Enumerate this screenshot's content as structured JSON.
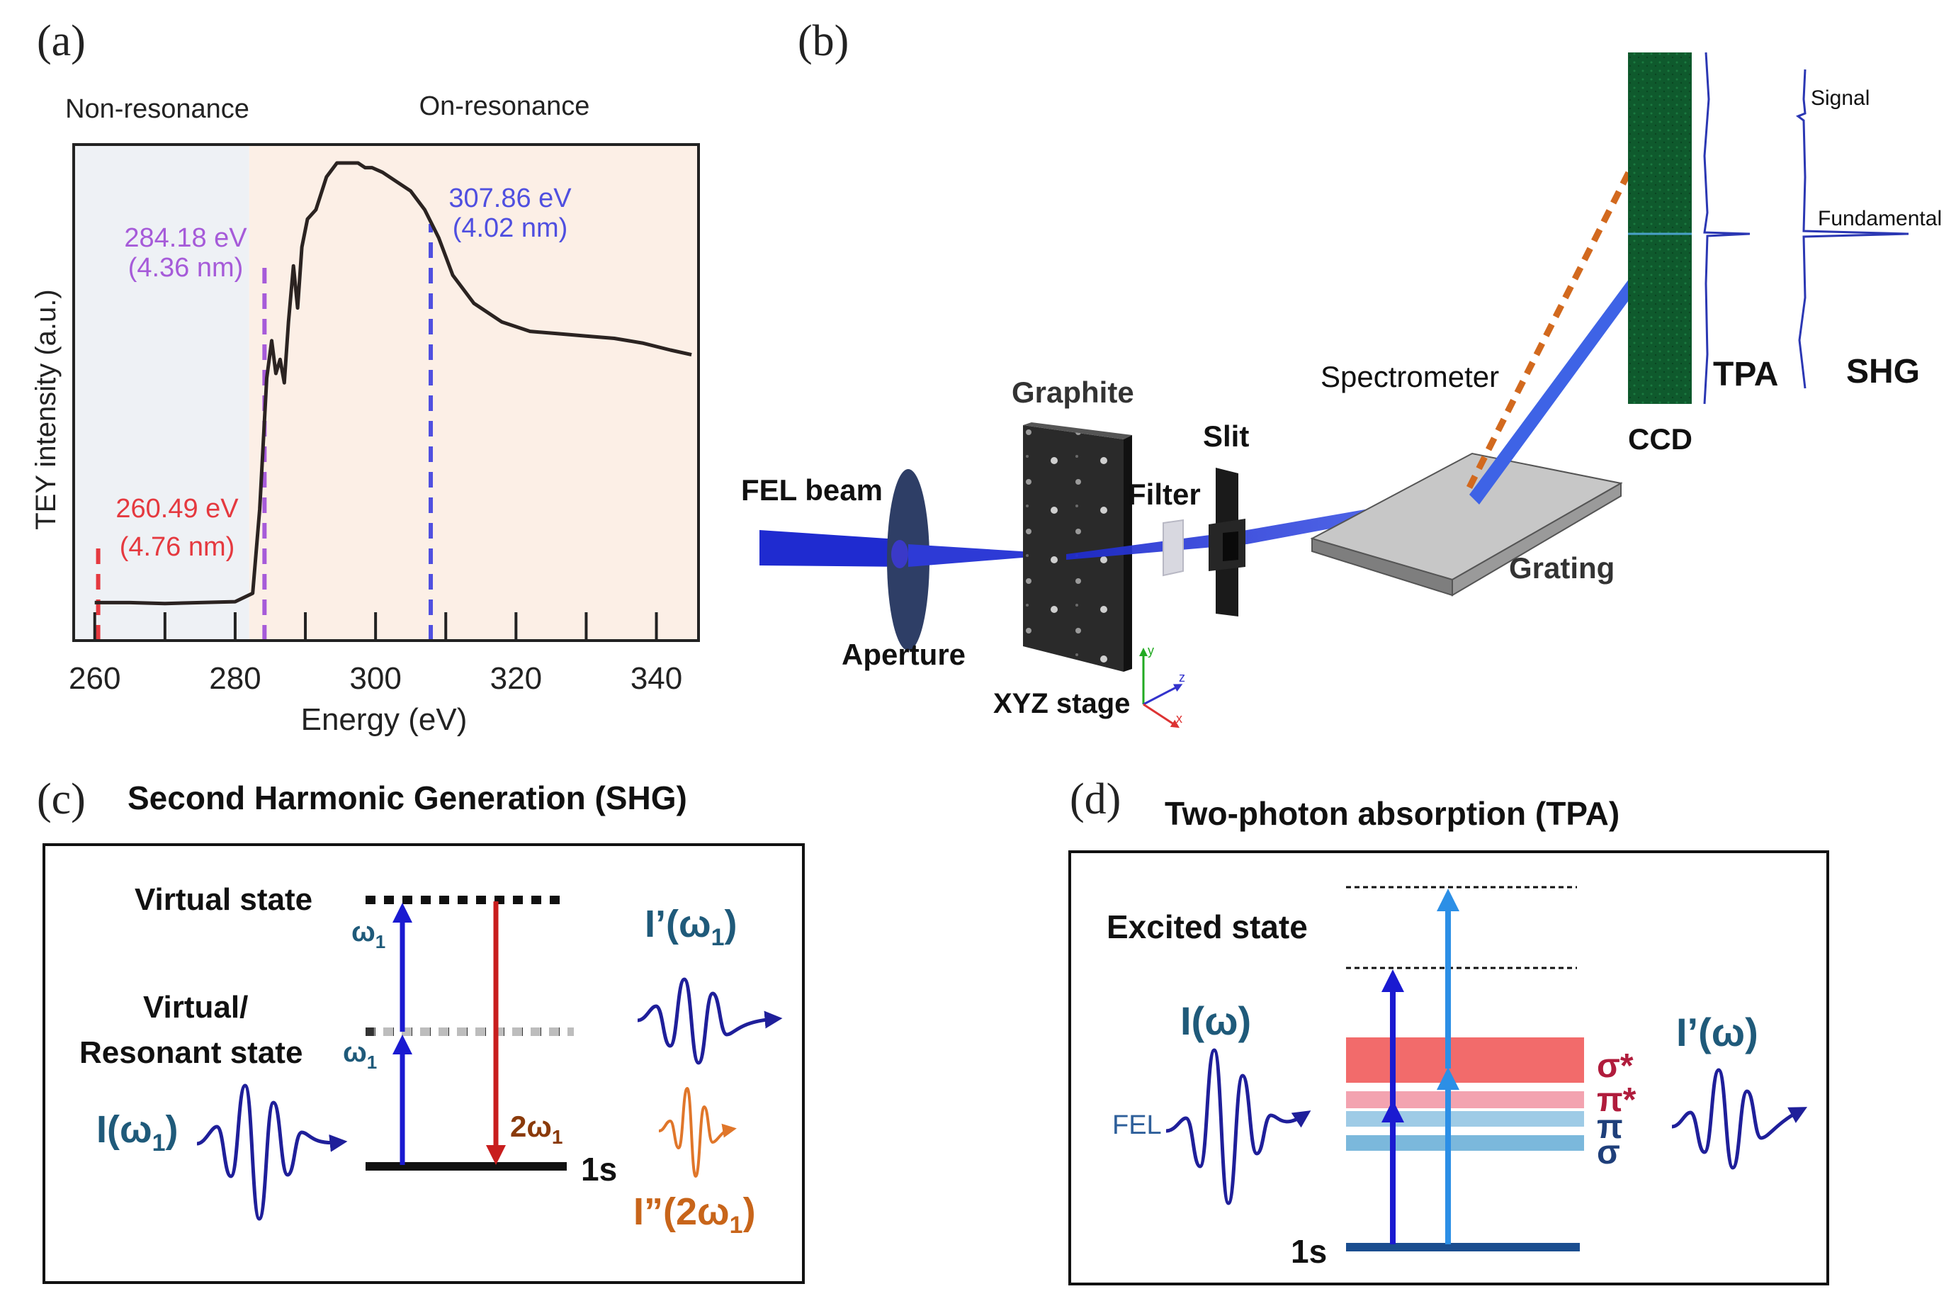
{
  "panel_labels": {
    "a": "(a)",
    "b": "(b)",
    "c": "(c)",
    "d": "(d)"
  },
  "panel_a": {
    "region_left": "Non-resonance",
    "region_right": "On-resonance",
    "ylabel": "TEY intensity (a.u.)",
    "xlabel": "Energy (eV)",
    "colors": {
      "nonres_bg": "#eef1f5",
      "onres_bg": "#fcefe6",
      "curve": "#2b2321",
      "red": "#e5393f",
      "purple": "#a65bd9",
      "blue": "#4f4fe0"
    },
    "markers": [
      {
        "energy_label": "260.49 eV",
        "wl_label": "(4.76 nm)",
        "color": "#e5393f"
      },
      {
        "energy_label": "284.18 eV",
        "wl_label": "(4.36 nm)",
        "color": "#a65bd9"
      },
      {
        "energy_label": "307.86 eV",
        "wl_label": "(4.02 nm)",
        "color": "#4f4fe0"
      }
    ],
    "ticks": [
      "260",
      "280",
      "300",
      "320",
      "340"
    ]
  },
  "chart_data": {
    "type": "line",
    "xlabel": "Energy (eV)",
    "ylabel": "TEY intensity (a.u.)",
    "xlim": [
      257,
      346
    ],
    "ylim": [
      0,
      1
    ],
    "x_ticks": [
      260,
      280,
      300,
      320,
      340
    ],
    "regions": [
      {
        "name": "Non-resonance",
        "x_range": [
          257,
          282
        ],
        "color": "#eef1f5"
      },
      {
        "name": "On-resonance",
        "x_range": [
          282,
          346
        ],
        "color": "#fcefe6"
      }
    ],
    "vertical_markers": [
      {
        "x": 260.49,
        "label": "260.49 eV",
        "sublabel": "(4.76 nm)",
        "color": "#e5393f"
      },
      {
        "x": 284.18,
        "label": "284.18 eV",
        "sublabel": "(4.36 nm)",
        "color": "#a65bd9"
      },
      {
        "x": 307.86,
        "label": "307.86 eV",
        "sublabel": "(4.02 nm)",
        "color": "#4f4fe0"
      }
    ],
    "series": [
      {
        "color": "#2b2321",
        "x": [
          260,
          265,
          270,
          275,
          280,
          282.5,
          283.5,
          284.5,
          285.2,
          285.8,
          286.4,
          287.0,
          287.6,
          288.3,
          288.9,
          289.5,
          290.3,
          291.5,
          293,
          294.5,
          296,
          297.5,
          298.5,
          299.5,
          301,
          303,
          305,
          307,
          309,
          311,
          314,
          318,
          322,
          326,
          330,
          334,
          338,
          342,
          345
        ],
        "y": [
          0.06,
          0.06,
          0.058,
          0.06,
          0.062,
          0.08,
          0.26,
          0.54,
          0.62,
          0.55,
          0.58,
          0.53,
          0.66,
          0.78,
          0.69,
          0.82,
          0.88,
          0.9,
          0.97,
          1.0,
          1.0,
          1.0,
          0.99,
          0.99,
          0.98,
          0.96,
          0.94,
          0.9,
          0.84,
          0.76,
          0.7,
          0.66,
          0.64,
          0.635,
          0.63,
          0.625,
          0.615,
          0.6,
          0.59
        ]
      }
    ]
  },
  "panel_b": {
    "fel_beam": "FEL beam",
    "aperture": "Aperture",
    "graphite": "Graphite",
    "xyz_stage": "XYZ stage",
    "filter": "Filter",
    "slit": "Slit",
    "spectrometer": "Spectrometer",
    "grating": "Grating",
    "ccd": "CCD",
    "tpa": "TPA",
    "shg": "SHG",
    "signal": "Signal",
    "fundamental": "Fundamental",
    "axis_labels": [
      "y",
      "z",
      "x"
    ],
    "colors": {
      "beam": "#2431d6",
      "beam_light": "#3e63e6",
      "signal_dash": "#d2691e",
      "ccd": "#0e5a2e",
      "trace": "#2b37b3"
    }
  },
  "panel_c": {
    "title": "Second Harmonic Generation (SHG)",
    "virtual_state": "Virtual state",
    "virtual_resonant_line1": "Virtual/",
    "virtual_resonant_line2": "Resonant state",
    "omega1": "ω",
    "sub1": "1",
    "ground": "1s",
    "two_omega": "2ω",
    "input_pulse": "I(ω",
    "output_fund": "I’(ω",
    "output_shg": "I”(2ω",
    "close_paren": ")",
    "colors": {
      "arrow_blue": "#1a1ad1",
      "arrow_red": "#c81e1e",
      "label_teal": "#1f5a7a",
      "shg_orange": "#c8651a"
    }
  },
  "panel_d": {
    "title": "Two-photon absorption (TPA)",
    "excited_state": "Excited state",
    "input_pulse": "I(ω)",
    "output_pulse": "I’(ω)",
    "fel": "FEL",
    "ground": "1s",
    "sigma_star": "σ*",
    "pi_star": "π*",
    "pi": "π",
    "sigma": "σ",
    "colors": {
      "sigma_star": "#f26b6b",
      "pi_star": "#f3a3b0",
      "pi": "#9ecbe6",
      "sigma": "#7bb8dc",
      "arrow_dark": "#1a1ad1",
      "arrow_light": "#2c8fe6",
      "ground": "#1a4d8f",
      "label_red": "#b01c3c",
      "label_blue": "#1f3f7a"
    }
  }
}
